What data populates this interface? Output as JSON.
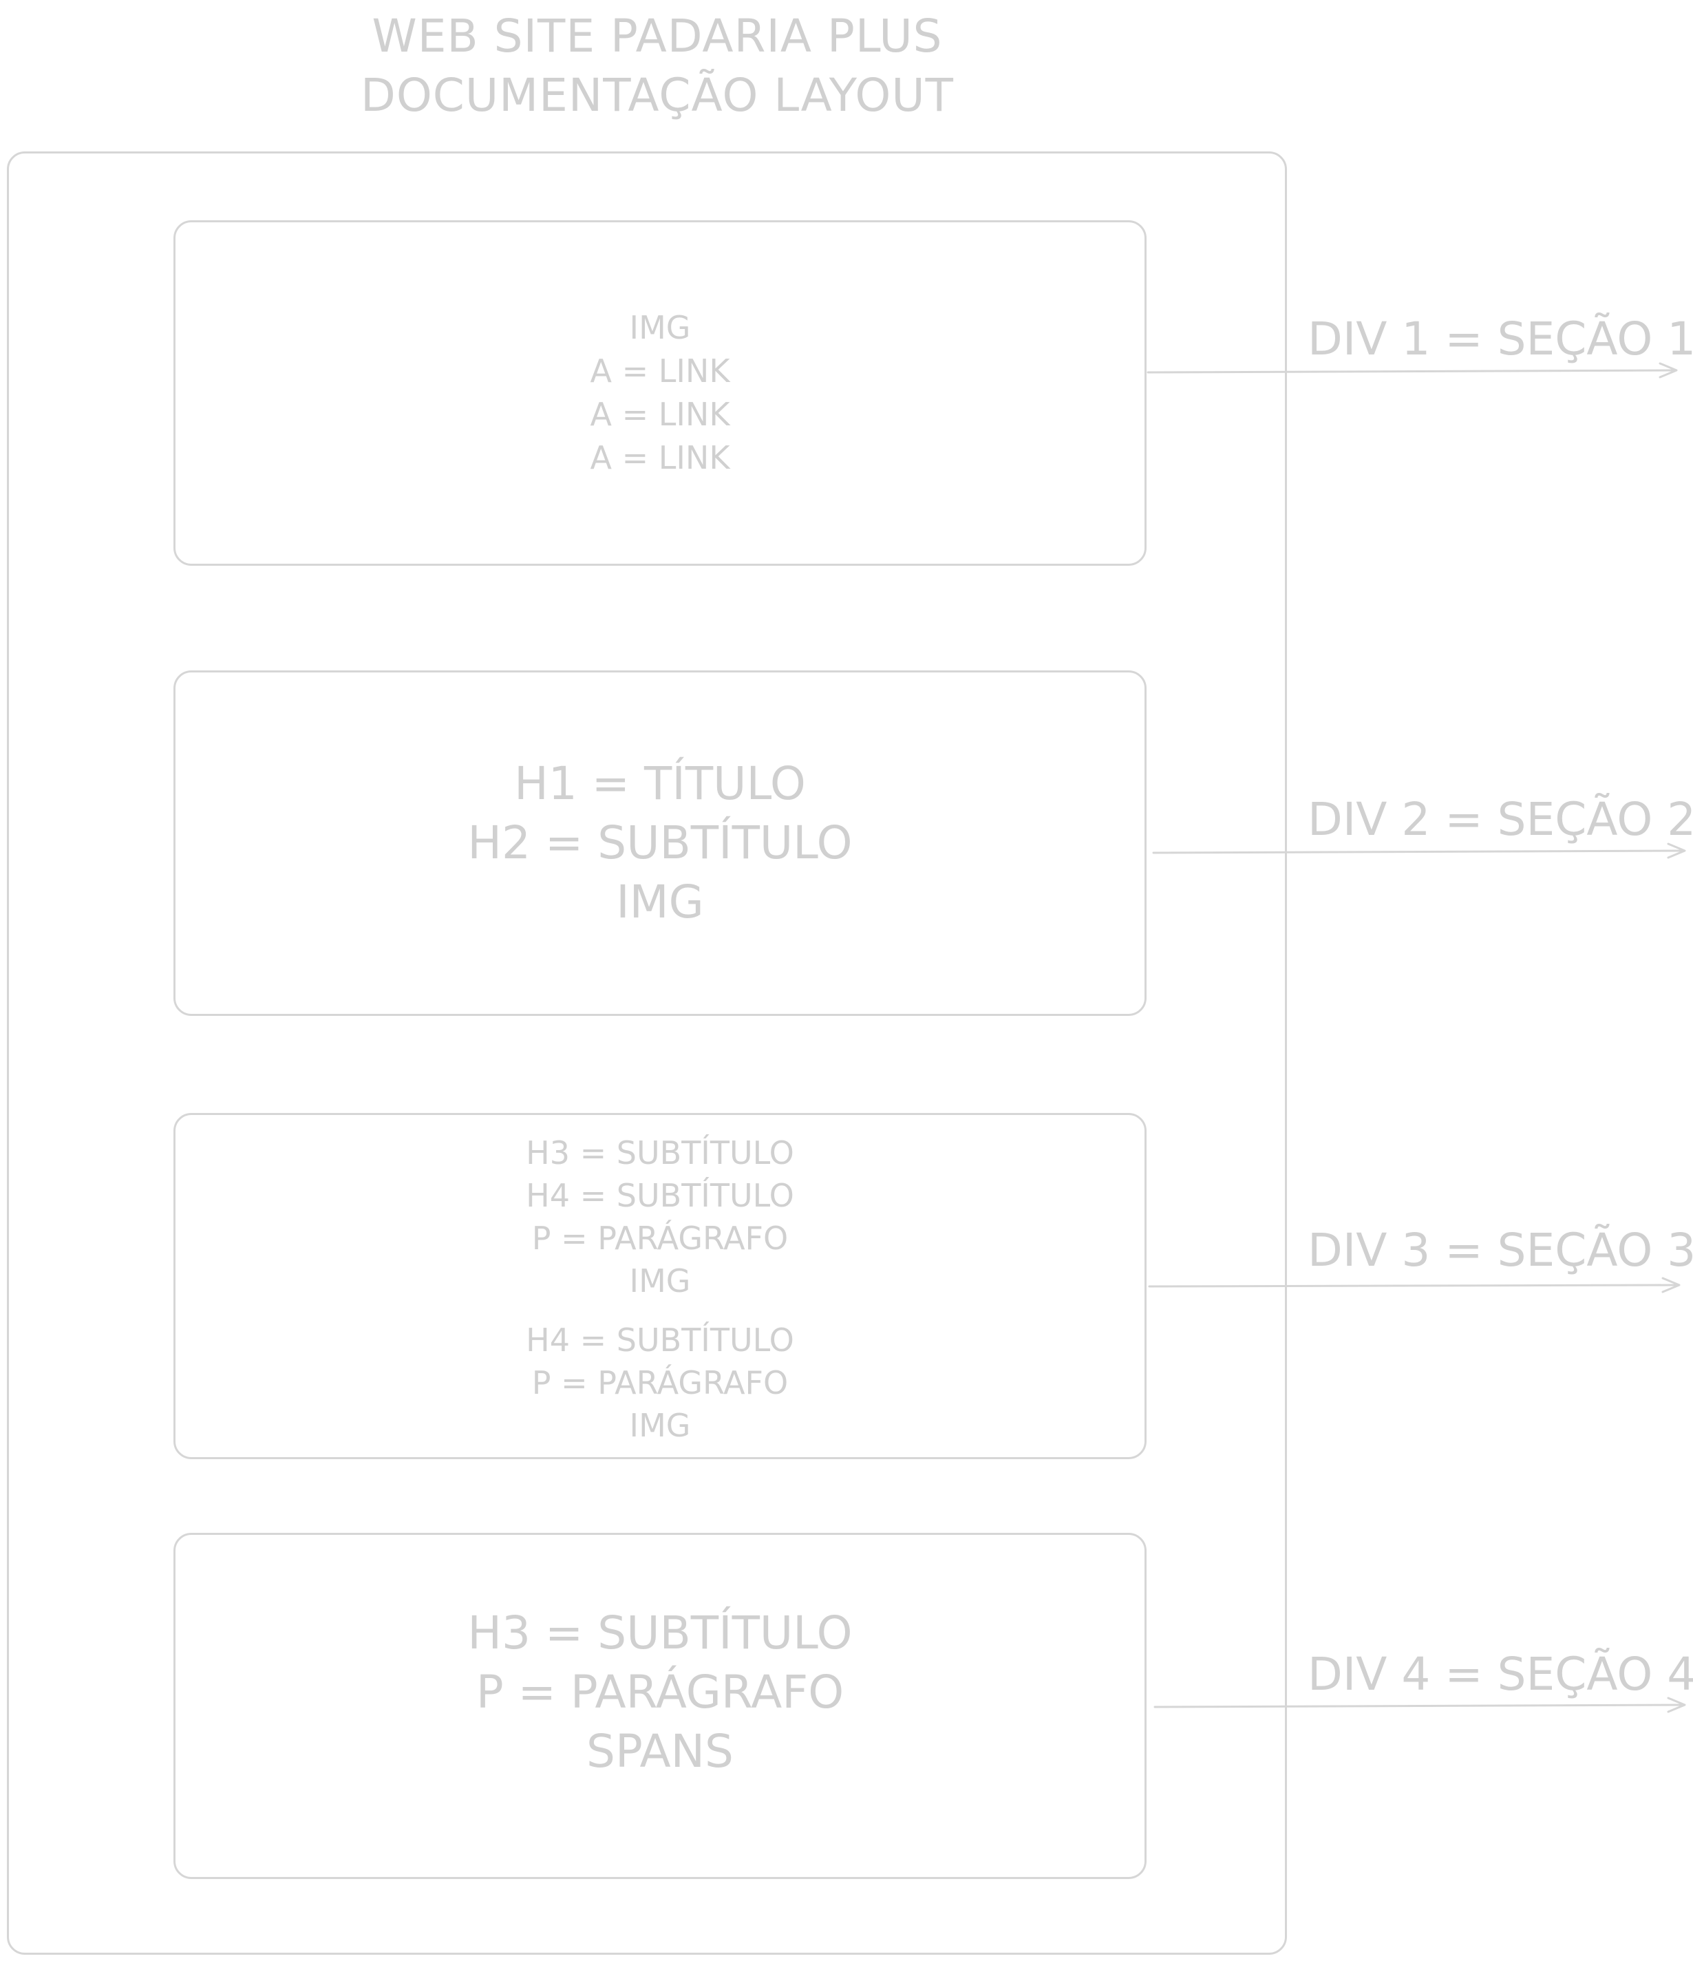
{
  "header": {
    "title_line1": "WEB SITE PADARIA PLUS",
    "title_line2": "DOCUMENTAÇÃO LAYOUT"
  },
  "sections": [
    {
      "lines": [
        "IMG",
        "A = LINK",
        "A = LINK",
        "A = LINK"
      ],
      "label": "DIV 1 = SEÇÃO 1"
    },
    {
      "lines": [
        "H1 = TÍTULO",
        "H2 = SUBTÍTULO",
        "IMG"
      ],
      "label": "DIV 2 = SEÇÃO 2"
    },
    {
      "lines": [
        "H3 = SUBTÍTULO",
        "H4 = SUBTÍTULO",
        "P = PARÁGRAFO",
        "IMG",
        "H4 = SUBTÍTULO",
        "P = PARÁGRAFO",
        "IMG"
      ],
      "label": "DIV 3 = SEÇÃO 3"
    },
    {
      "lines": [
        "H3 = SUBTÍTULO",
        "P = PARÁGRAFO",
        "SPANS"
      ],
      "label": "DIV 4 = SEÇÃO 4"
    }
  ],
  "colors": {
    "stroke": "#d6d6d6",
    "text": "#d0d0d0"
  }
}
